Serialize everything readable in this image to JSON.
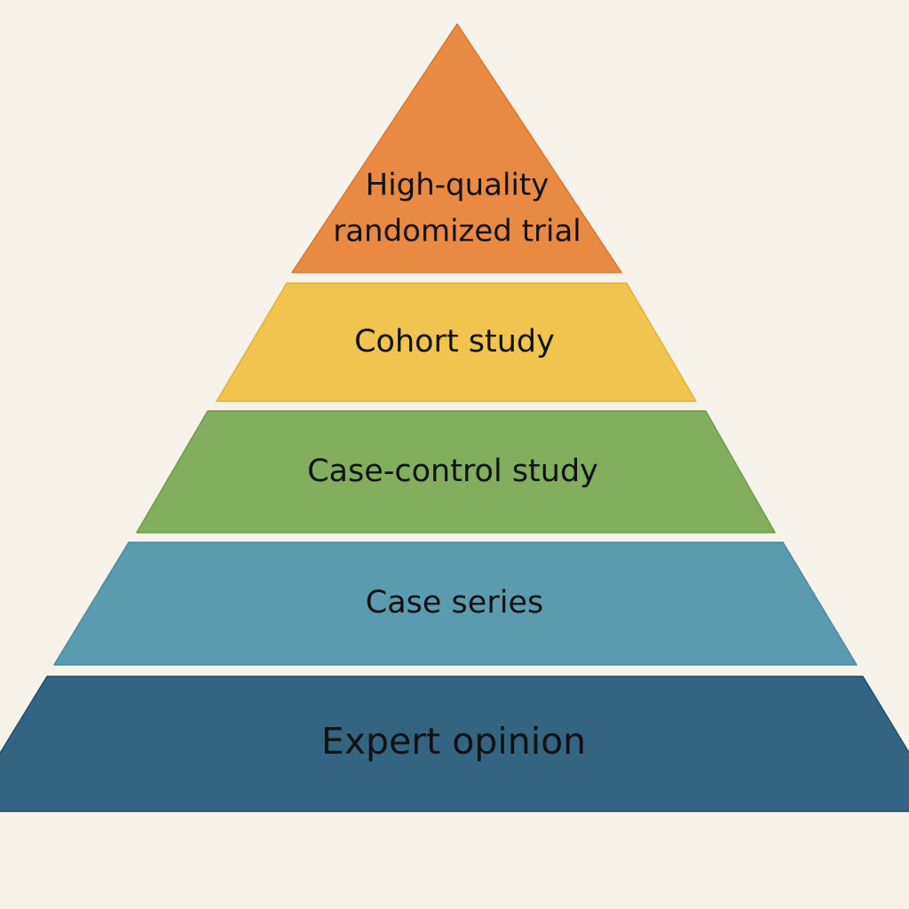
{
  "title": "Evidence hierarchy pyramid",
  "levels": [
    {
      "lines": [
        "High-quality",
        "randomized trial"
      ],
      "color": "#E98A43",
      "edge": "#D9772F"
    },
    {
      "lines": [
        "Cohort study"
      ],
      "color": "#F0C44E",
      "edge": "#E0B23A"
    },
    {
      "lines": [
        "Case-control study"
      ],
      "color": "#82AE5E",
      "edge": "#6F9B4C"
    },
    {
      "lines": [
        "Case series"
      ],
      "color": "#5B9BB0",
      "edge": "#4A8AA0"
    },
    {
      "lines": [
        "Expert opinion"
      ],
      "color": "#336582",
      "edge": "#1F4E6B"
    }
  ]
}
